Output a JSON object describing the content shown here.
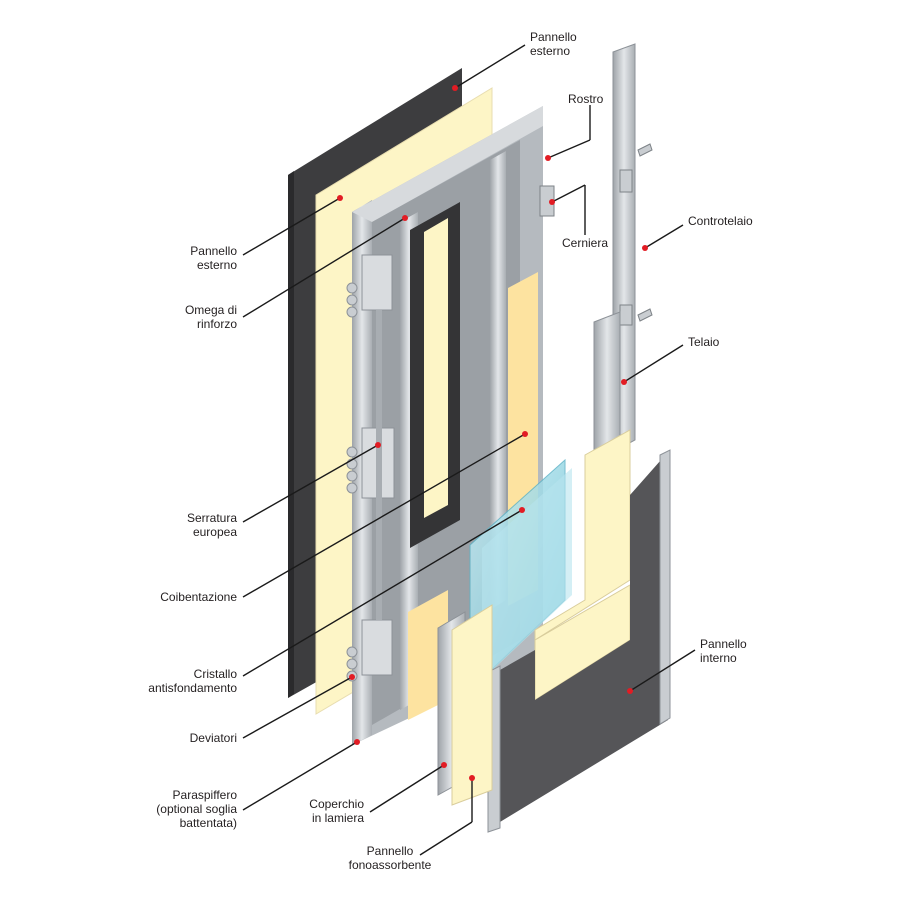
{
  "labels": {
    "pannello_esterno_top": "Pannello\nesterno",
    "rostro": "Rostro",
    "cerniera": "Cerniera",
    "controtelaio": "Controtelaio",
    "telaio": "Telaio",
    "pannello_esterno_left": "Pannello\nesterno",
    "omega": "Omega di\nrinforzo",
    "serratura": "Serratura\neuropea",
    "coibentazione": "Coibentazione",
    "cristallo": "Cristallo\nantisfondamento",
    "deviatori": "Deviatori",
    "paraspiffero": "Paraspiffero\n(optional soglia\nbattentata)",
    "coperchio": "Coperchio\nin lamiera",
    "fonoassorbente": "Pannello\nfonoassorbente",
    "pannello_interno": "Pannello\ninterno"
  },
  "colors": {
    "dark_panel": "#3d3d3f",
    "cream_panel": "#fdf5c6",
    "insulation": "#fde3a0",
    "steel": "#c9cdd1",
    "steel_dark": "#8d9298",
    "glass": "#9fd8e6",
    "leader": "#1a1a1a",
    "dot": "#e21c24"
  }
}
